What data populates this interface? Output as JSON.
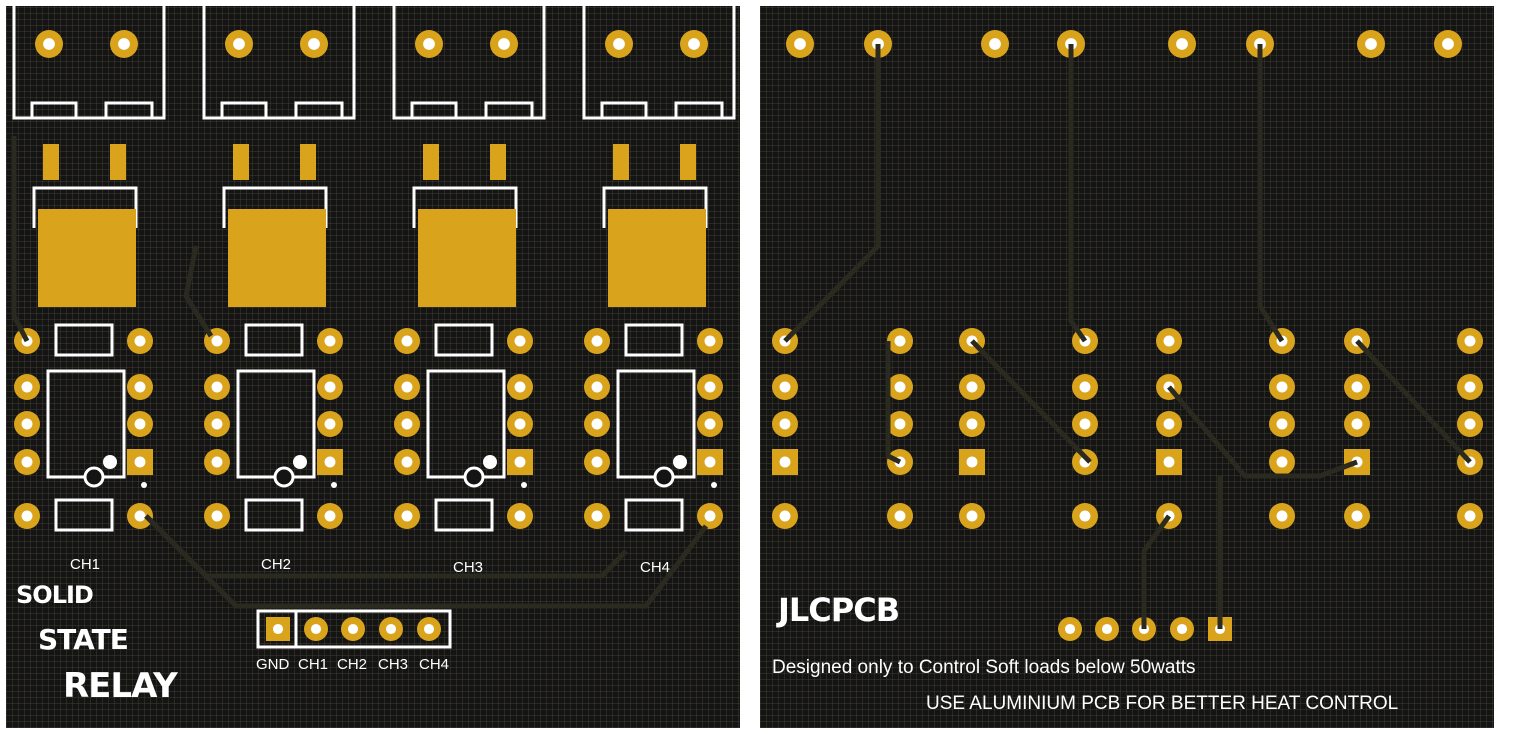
{
  "front": {
    "channels": [
      "CH1",
      "CH2",
      "CH3",
      "CH4"
    ],
    "header_pins": [
      "GND",
      "CH1",
      "CH2",
      "CH3",
      "CH4"
    ],
    "title_lines": [
      "SOLID",
      "STATE",
      "RELAY"
    ]
  },
  "back": {
    "logo": "JLCPCB",
    "note1": "Designed only to Control Soft loads below 50watts",
    "note2": "USE ALUMINIUM PCB FOR BETTER HEAT CONTROL"
  },
  "colors": {
    "board": "#141414",
    "copper_pad": "#d9a41c",
    "silkscreen": "#ffffff",
    "trace": "#2a2a20"
  }
}
